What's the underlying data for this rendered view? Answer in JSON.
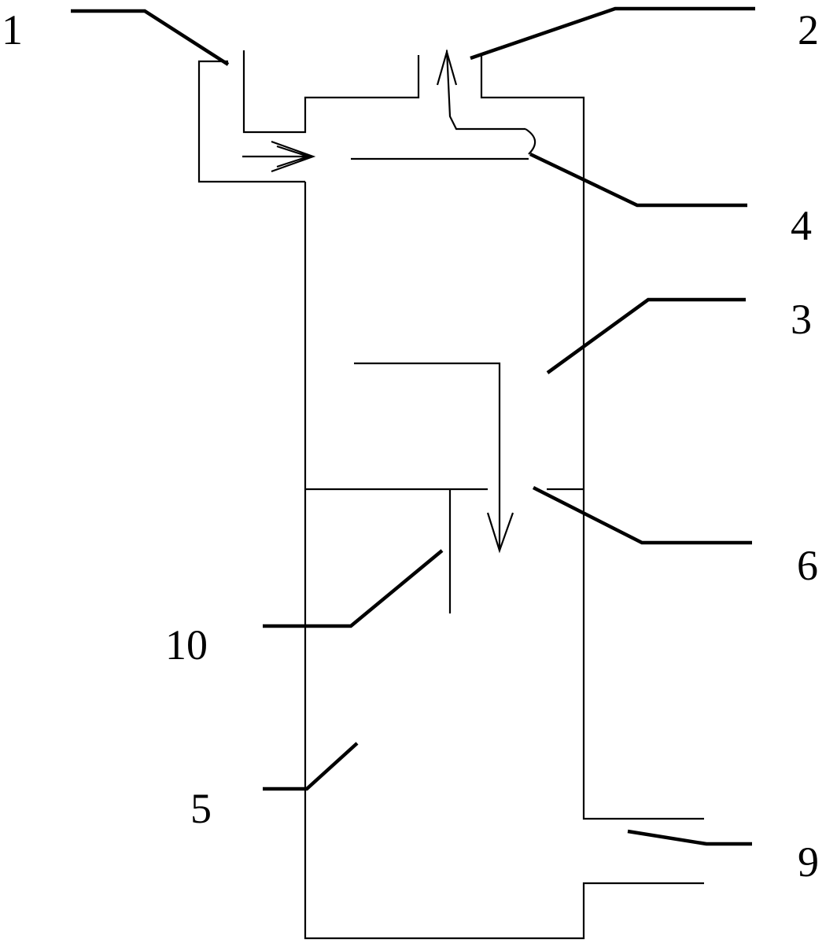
{
  "labels": {
    "part_1": "1",
    "part_2": "2",
    "part_3": "3",
    "part_4": "4",
    "part_5": "5",
    "part_6": "6",
    "part_9": "9",
    "part_10": "10"
  },
  "colors": {
    "line": "#000000",
    "background": "#ffffff"
  }
}
